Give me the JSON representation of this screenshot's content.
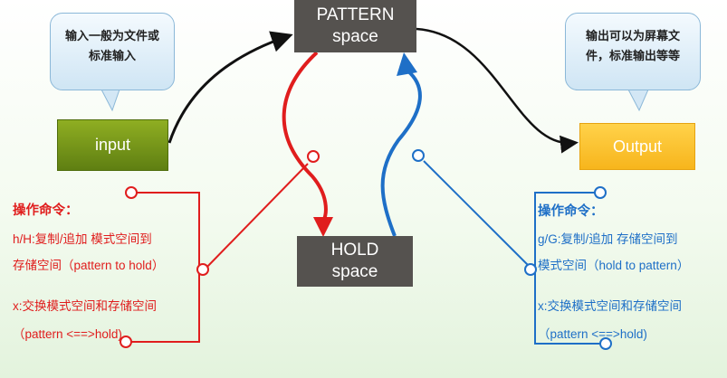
{
  "boxes": {
    "pattern_line1": "PATTERN",
    "pattern_line2": "space",
    "hold_line1": "HOLD",
    "hold_line2": "space",
    "input": "input",
    "output": "Output"
  },
  "bubbles": {
    "left_line1": "输入一般为文件或",
    "left_line2": "标准输入",
    "right_line1": "输出可以为屏幕文",
    "right_line2": "件，标准输出等等"
  },
  "left_commands": {
    "heading": "操作命令：",
    "line1": "h/H:复制/追加 模式空间到",
    "line2": "存储空间（pattern to hold）",
    "line3": "x:交换模式空间和存储空间",
    "line4": "（pattern <==>hold)"
  },
  "right_commands": {
    "heading": "操作命令：",
    "line1": "g/G:复制/追加 存储空间到",
    "line2": "模式空间（hold to pattern）",
    "line3": "x:交换模式空间和存储空间",
    "line4": "（pattern <==>hold)"
  },
  "colors": {
    "pattern_box": "#55524f",
    "input_box": "#7a9a1a",
    "output_box": "#fbc02d",
    "red_accent": "#e01d1d",
    "blue_accent": "#1e6fc7"
  }
}
